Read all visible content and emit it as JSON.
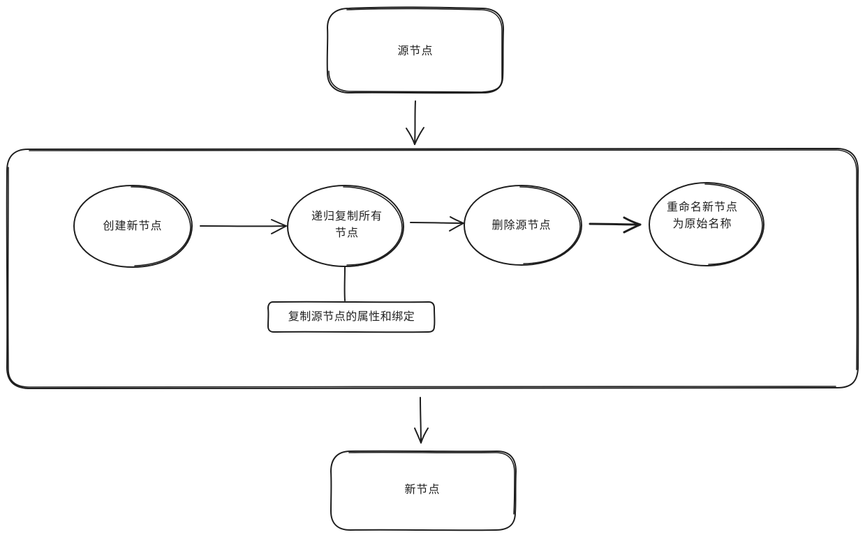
{
  "nodes": {
    "source": "源节点",
    "create": "创建新节点",
    "copy_all": "递归复制所有节点",
    "delete_source": "删除源节点",
    "rename": "重命名新节点为原始名称",
    "copy_attrs": "复制源节点的属性和绑定",
    "new_node": "新节点"
  },
  "colors": {
    "stroke": "#1e1e1e",
    "background": "#ffffff"
  }
}
